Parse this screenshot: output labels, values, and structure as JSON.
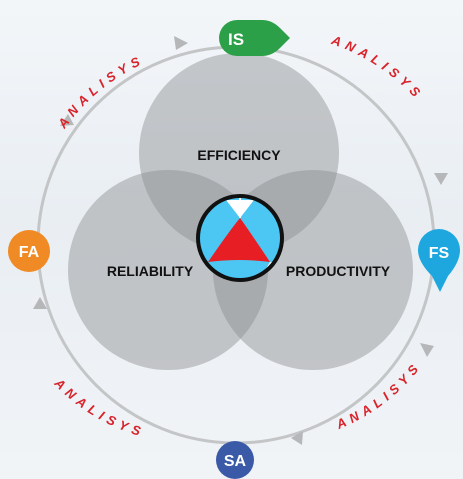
{
  "colors": {
    "ring": "#c3c5c7",
    "arrow": "#b5b7b9",
    "circle_fill": "#8c8e91",
    "text_dark": "#111111",
    "arc_text": "#d8232a",
    "center_blue": "#4cc6f2",
    "center_red": "#e81e25",
    "node_is": "#2ca048",
    "node_fs": "#1ea7df",
    "node_sa": "#3a5aa8",
    "node_fa": "#f08a24"
  },
  "circles": {
    "top": "EFFICIENCY",
    "left": "RELIABILITY",
    "right": "PRODUCTIVITY"
  },
  "nodes": {
    "top": "IS",
    "right": "FS",
    "bottom": "SA",
    "left": "FA"
  },
  "arcs": {
    "top_left": "ANALISYS",
    "top_right": "ANALISYS",
    "bottom_right": "ANALISYS",
    "bottom_left": "ANALISYS"
  },
  "center": {
    "icon": "triangle-badge-icon"
  }
}
